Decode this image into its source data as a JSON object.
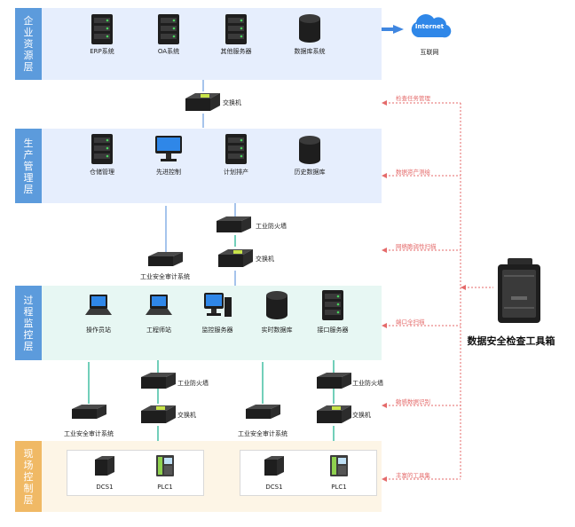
{
  "layers": [
    {
      "id": "enterprise",
      "name": "企业资源层"
    },
    {
      "id": "production",
      "name": "生产管理层"
    },
    {
      "id": "process",
      "name": "过程监控层"
    },
    {
      "id": "field",
      "name": "现场控制层"
    }
  ],
  "enterprise": {
    "nodes": [
      "ERP系统",
      "OA系统",
      "其他服务器",
      "数据库系统"
    ],
    "internet_label": "Internet",
    "internet_caption": "互联网"
  },
  "switch_labels": {
    "top": "交换机",
    "mid": "交换机",
    "left": "交换机",
    "right": "交换机"
  },
  "production": {
    "nodes": [
      "仓储管理",
      "先进控制",
      "计划排产",
      "历史数据库"
    ]
  },
  "firewall_labels": {
    "mid": "工业防火墙",
    "left": "工业防火墙",
    "right": "工业防火墙"
  },
  "audit_labels": {
    "mid": "工业安全审计系统",
    "left": "工业安全审计系统",
    "right": "工业安全审计系统"
  },
  "process": {
    "nodes": [
      "操作员站",
      "工程师站",
      "监控服务器",
      "实时数据库",
      "接口服务器"
    ]
  },
  "field": {
    "left": {
      "dcs": "DCS1",
      "plc": "PLC1"
    },
    "right": {
      "dcs": "DCS1",
      "plc": "PLC1"
    }
  },
  "annotations": [
    "检查任务管理",
    "数据资产测绘",
    "网络脆弱性扫描",
    "端口全扫描",
    "敏感数据识别",
    "丰富的工具集"
  ],
  "toolbox_label": "数据安全检查工具箱",
  "colors": {
    "layer_label_bg": "#5c9bdc",
    "field_label_bg": "#f0b965",
    "panel_bg": "#e6eefd",
    "process_panel_bg": "#e7f7f3",
    "field_panel_bg": "#fdf5e6",
    "bus": "#8ab4ef",
    "wire_blue": "#8fb6e8",
    "wire_green": "#4fc3a8",
    "annotation": "#e46a6a"
  }
}
